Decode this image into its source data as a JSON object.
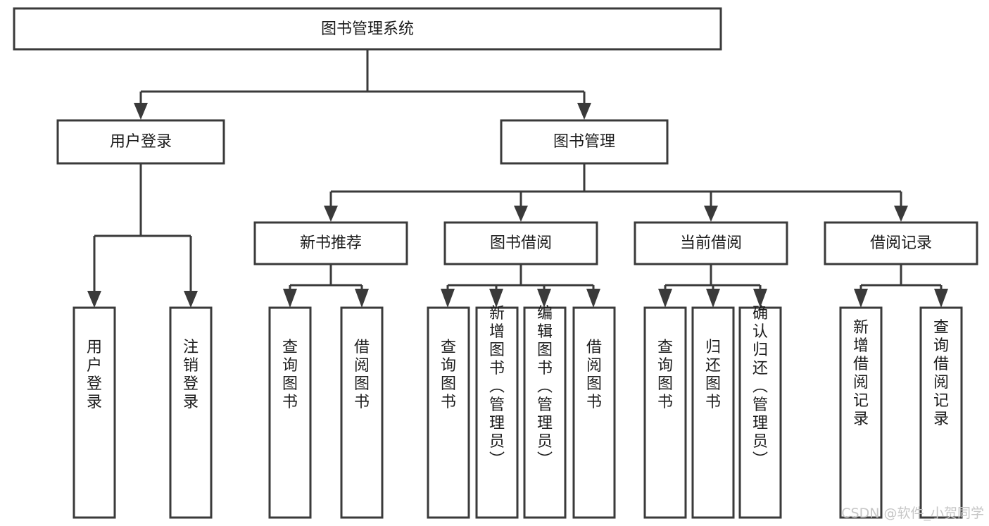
{
  "diagram": {
    "type": "tree-hierarchy",
    "title": "图书管理系统",
    "orientation": "top-down",
    "colors": {
      "box_stroke": "#3a3a3a",
      "box_fill": "#ffffff",
      "connector": "#3a3a3a",
      "text": "#1c1c1c",
      "background": "#ffffff",
      "watermark": "#c6c6c6"
    },
    "root": {
      "label": "图书管理系统"
    },
    "level2": [
      {
        "label": "用户登录"
      },
      {
        "label": "图书管理"
      }
    ],
    "level3": [
      {
        "label": "新书推荐"
      },
      {
        "label": "图书借阅"
      },
      {
        "label": "当前借阅"
      },
      {
        "label": "借阅记录"
      }
    ],
    "leaves": {
      "user_login": [
        {
          "label": "用户登录"
        },
        {
          "label": "注销登录"
        }
      ],
      "new_book_recommend": [
        {
          "label": "查询图书"
        },
        {
          "label": "借阅图书"
        }
      ],
      "book_borrow": [
        {
          "label": "查询图书"
        },
        {
          "label": "新增图书（管理员）"
        },
        {
          "label": "编辑图书（管理员）"
        },
        {
          "label": "借阅图书"
        }
      ],
      "current_borrow": [
        {
          "label": "查询图书"
        },
        {
          "label": "归还图书"
        },
        {
          "label": "确认归还（管理员）"
        }
      ],
      "borrow_record": [
        {
          "label": "新增借阅记录"
        },
        {
          "label": "查询借阅记录"
        }
      ]
    }
  },
  "watermark": {
    "text": "CSDN @软件_小贺同学"
  }
}
